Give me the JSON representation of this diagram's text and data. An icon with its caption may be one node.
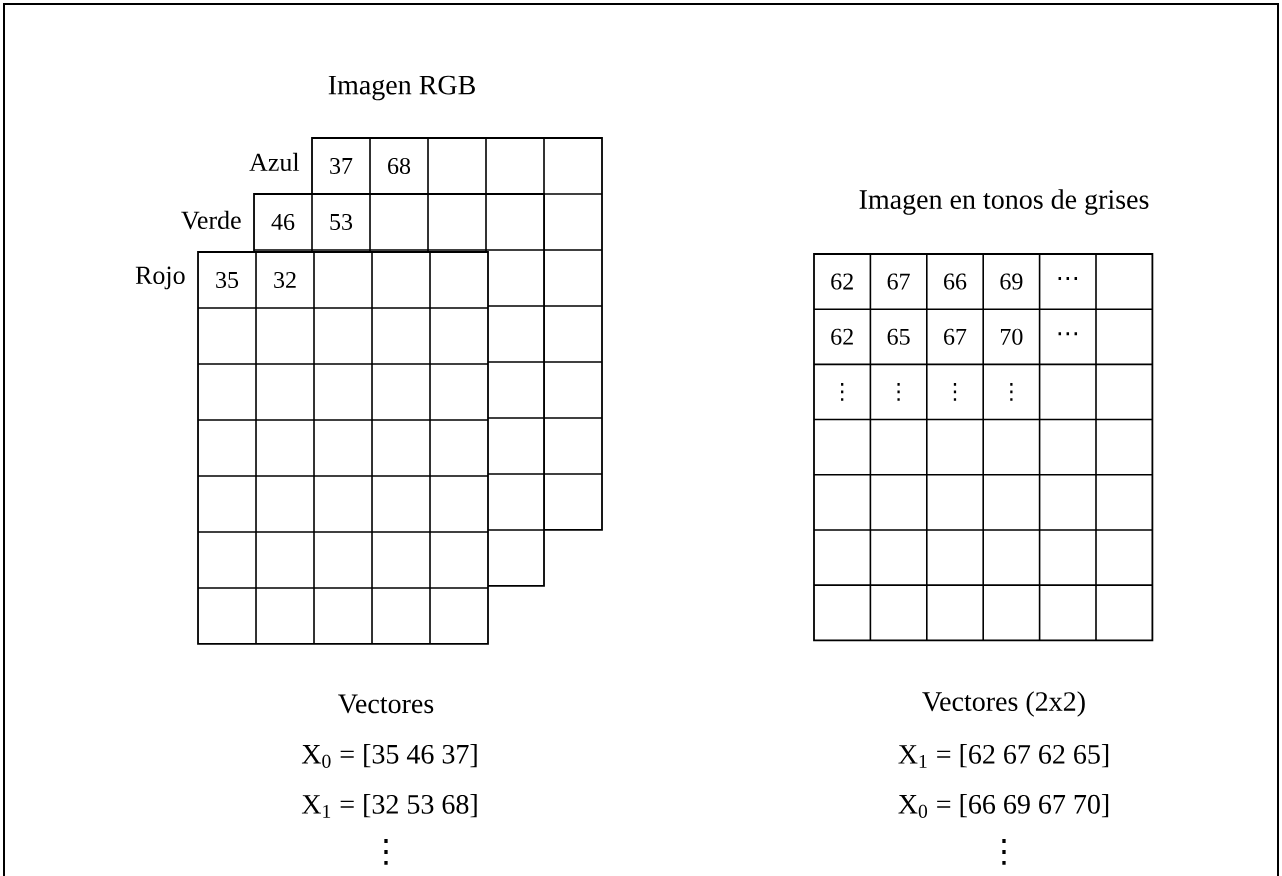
{
  "diagram": {
    "labels": [
      "Imagen RGB",
      "Azul",
      "37",
      "68",
      "Verde",
      "46",
      "53",
      "Rojo",
      "35",
      "32",
      "Imagen en tonos de grises",
      "62",
      "67",
      "66",
      "69",
      "⋯",
      "62",
      "65",
      "67",
      "70",
      "⋯",
      "⋮",
      "⋮",
      "⋮",
      "⋮",
      "Vectores",
      "X$_{0}$ = [35 46 37]",
      "X$_{1}$ = [32 53 68]",
      "⋮",
      "Vectores (2x2)",
      "X$_{1}$ = [62 67 62 65]",
      "X$_{0}$ = [66 69 67 70]",
      "⋮"
    ]
  }
}
